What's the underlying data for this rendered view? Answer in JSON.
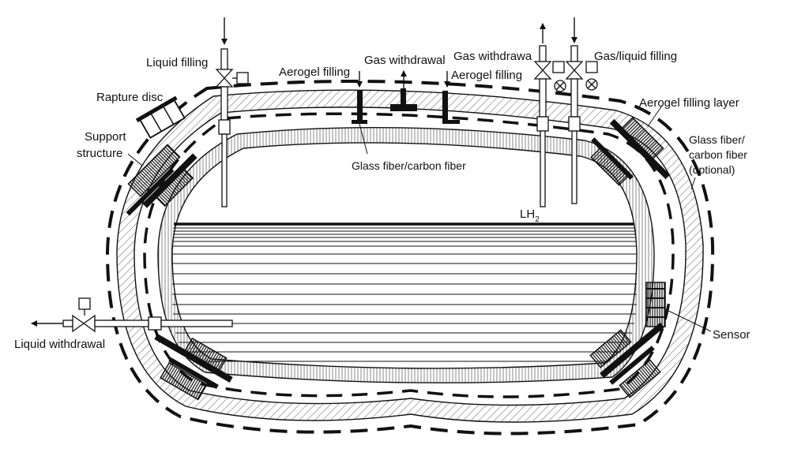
{
  "labels": {
    "liquid_filling": "Liquid filling",
    "aerogel_filling_left": "Aerogel filling",
    "gas_withdrawal_center": "Gas withdrawal",
    "gas_withdrawal_right": "Gas withdrawa",
    "aerogel_filling_right": "Aerogel filling",
    "gas_liquid_filling": "Gas/liquid filling",
    "rapture_disc": "Rapture disc",
    "support_structure_1": "Support",
    "support_structure_2": "structure",
    "aerogel_filling_layer": "Aerogel filling layer",
    "glass_fiber_inner": "Glass fiber/carbon fiber",
    "glass_fiber_outer_1": "Glass fiber/",
    "glass_fiber_outer_2": "carbon fiber",
    "glass_fiber_outer_3": "(optional)",
    "lh2": "LH",
    "lh2_sub": "2",
    "liquid_withdrawal": "Liquid withdrawal",
    "sensor": "Sensor"
  },
  "colors": {
    "line": "#111111",
    "hatch": "#8a8a8a",
    "background": "#ffffff"
  }
}
